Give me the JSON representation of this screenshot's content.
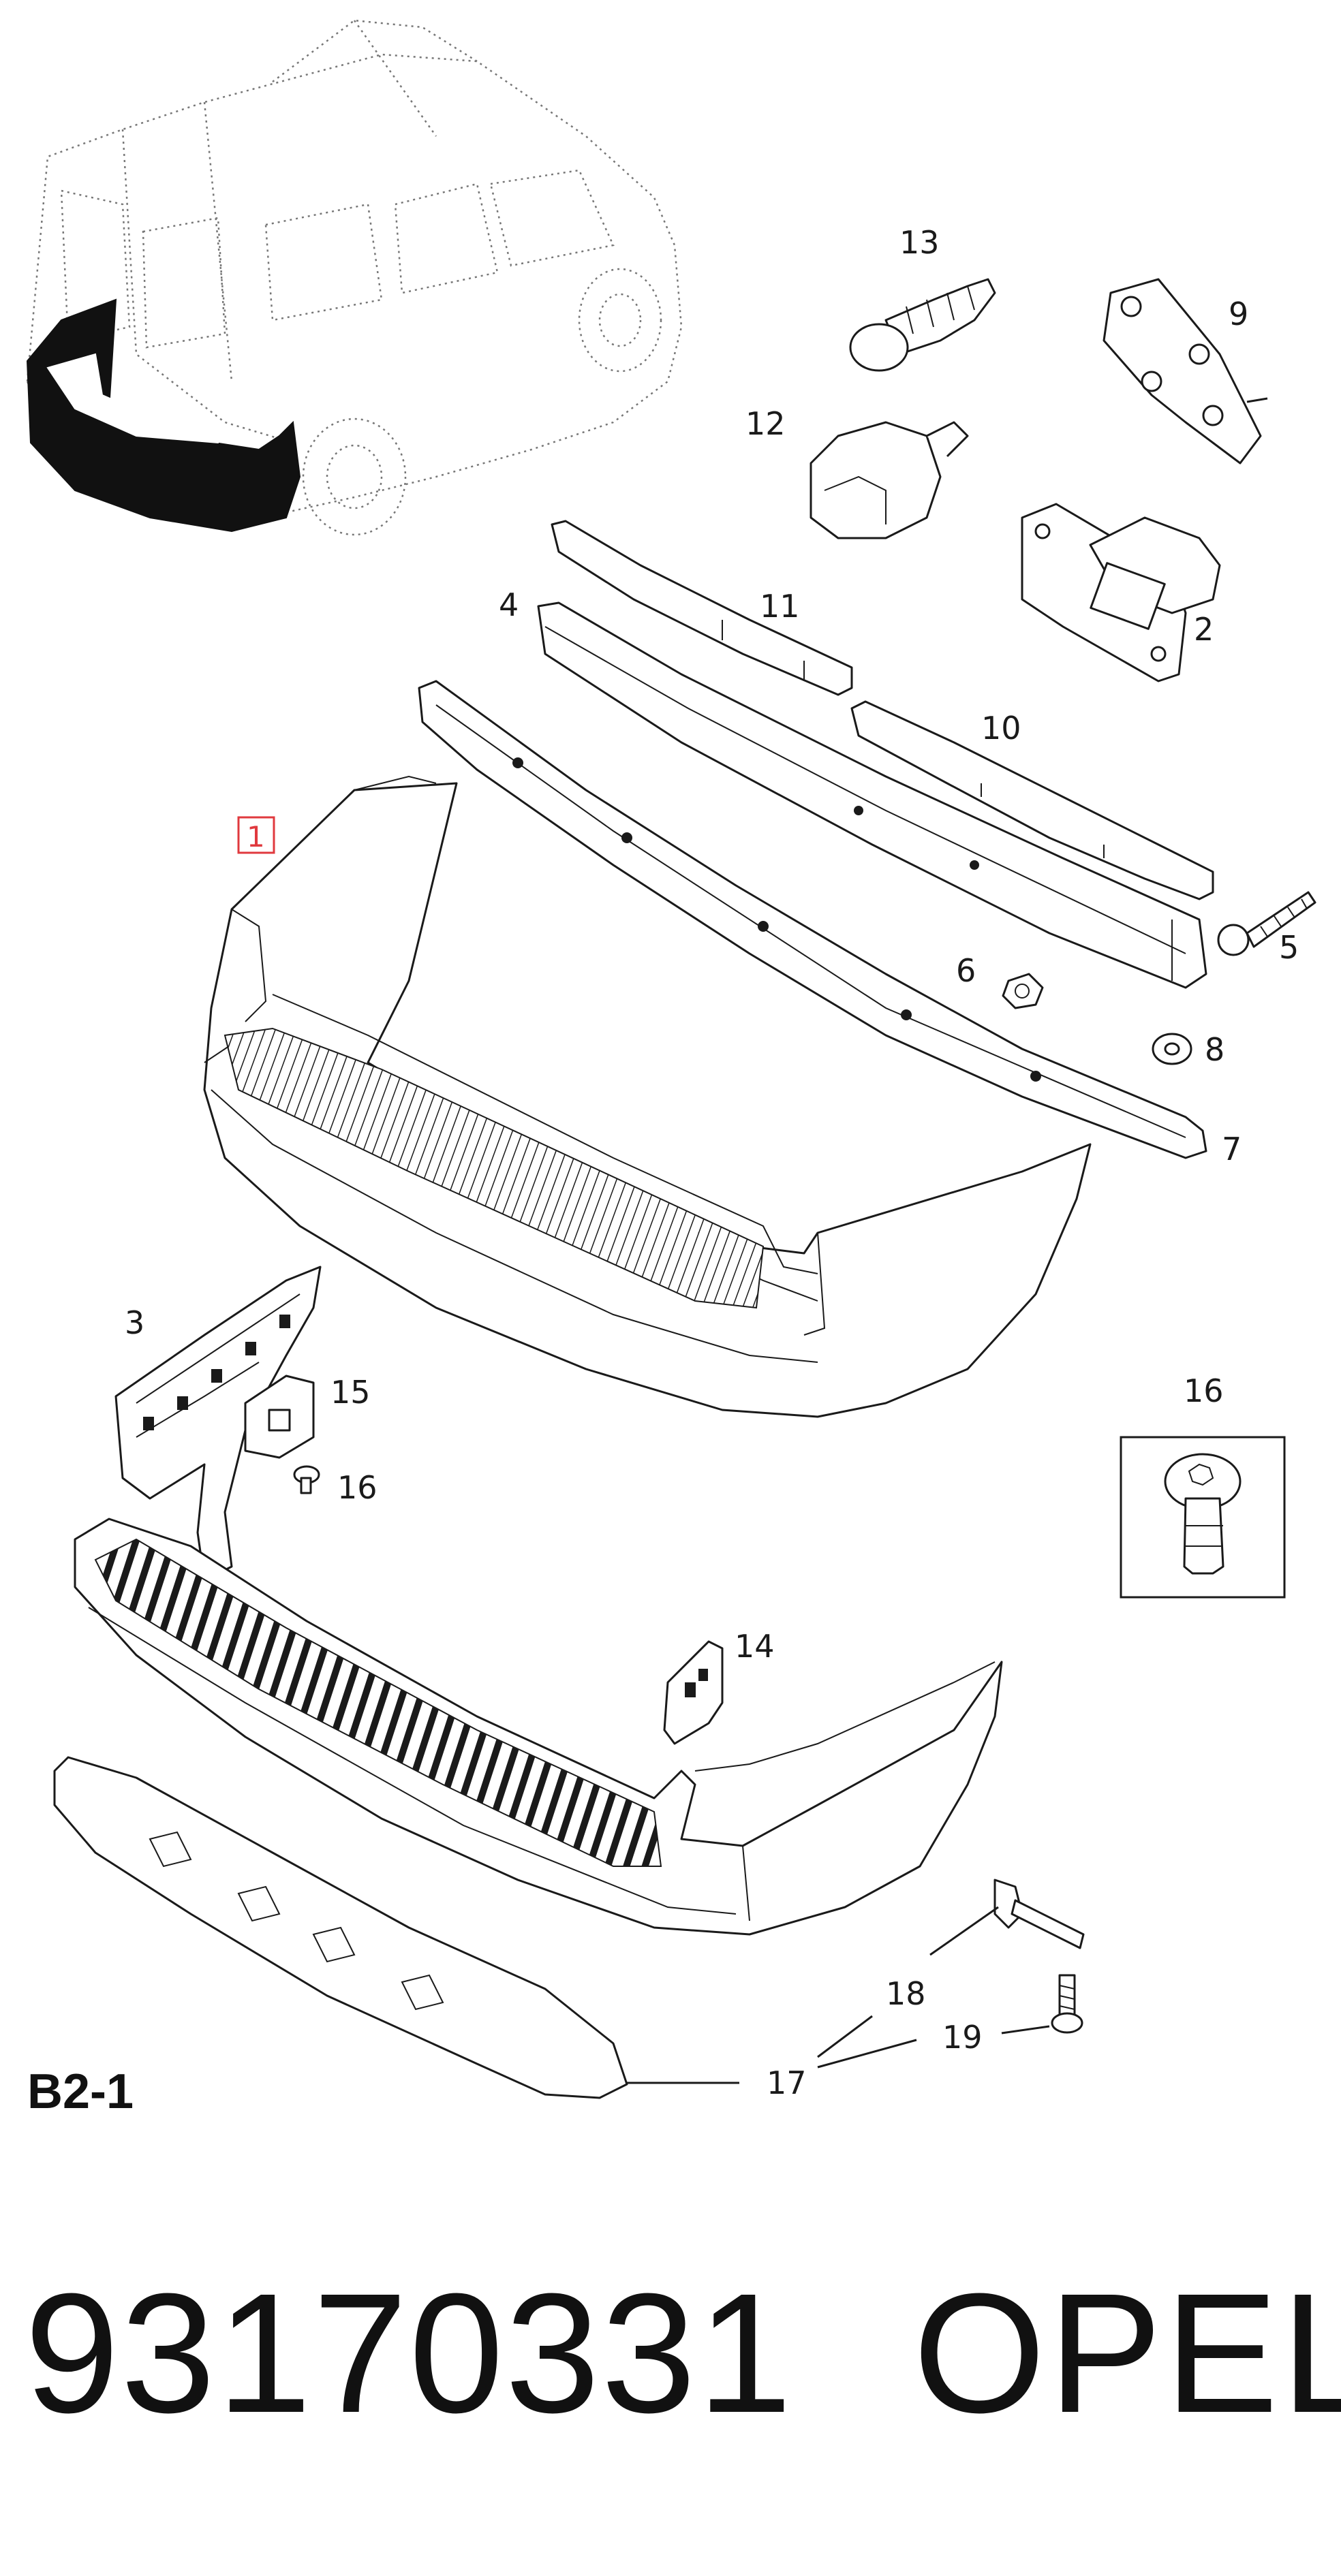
{
  "diagram": {
    "callouts": [
      {
        "id": "1",
        "text": "1",
        "highlighted": true
      },
      {
        "id": "2",
        "text": "2"
      },
      {
        "id": "3",
        "text": "3"
      },
      {
        "id": "4",
        "text": "4"
      },
      {
        "id": "5",
        "text": "5"
      },
      {
        "id": "6",
        "text": "6"
      },
      {
        "id": "7",
        "text": "7"
      },
      {
        "id": "8",
        "text": "8"
      },
      {
        "id": "9",
        "text": "9"
      },
      {
        "id": "10",
        "text": "10"
      },
      {
        "id": "11",
        "text": "11"
      },
      {
        "id": "12",
        "text": "12"
      },
      {
        "id": "13",
        "text": "13"
      },
      {
        "id": "14",
        "text": "14"
      },
      {
        "id": "15",
        "text": "15"
      },
      {
        "id": "16a",
        "text": "16"
      },
      {
        "id": "16b",
        "text": "16"
      },
      {
        "id": "17",
        "text": "17"
      },
      {
        "id": "18",
        "text": "18"
      },
      {
        "id": "19",
        "text": "19"
      }
    ],
    "highlight_color": "#e0393e"
  },
  "sheet_label": "B2-1",
  "part_number": "93170331",
  "brand": "OPEL"
}
